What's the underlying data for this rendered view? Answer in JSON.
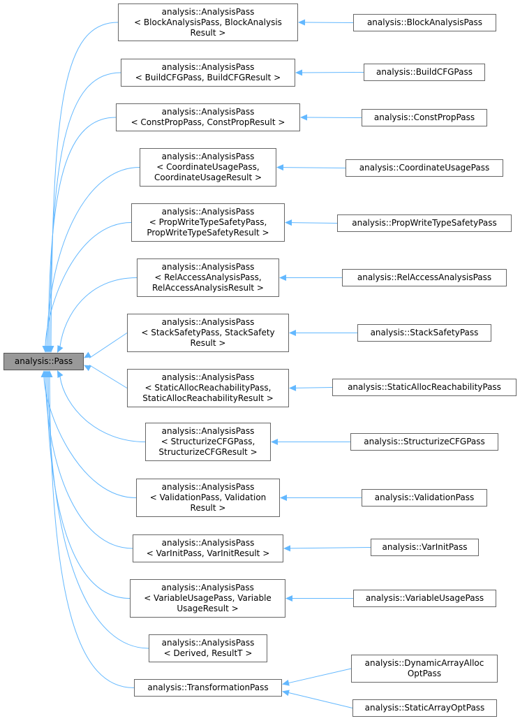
{
  "root": {
    "label": "analysis::Pass"
  },
  "intermediates": [
    {
      "id": "blockanalysis",
      "lines": [
        "analysis::AnalysisPass",
        "< BlockAnalysisPass, BlockAnalysis",
        "Result >"
      ]
    },
    {
      "id": "buildcfg",
      "lines": [
        "analysis::AnalysisPass",
        "< BuildCFGPass, BuildCFGResult >"
      ]
    },
    {
      "id": "constprop",
      "lines": [
        "analysis::AnalysisPass",
        "< ConstPropPass, ConstPropResult >"
      ]
    },
    {
      "id": "coordinateusage",
      "lines": [
        "analysis::AnalysisPass",
        "< CoordinateUsagePass,",
        "CoordinateUsageResult >"
      ]
    },
    {
      "id": "propwritetypesafety",
      "lines": [
        "analysis::AnalysisPass",
        "< PropWriteTypeSafetyPass,",
        "PropWriteTypeSafetyResult >"
      ]
    },
    {
      "id": "relaccessanalysis",
      "lines": [
        "analysis::AnalysisPass",
        "< RelAccessAnalysisPass,",
        "RelAccessAnalysisResult >"
      ]
    },
    {
      "id": "stacksafety",
      "lines": [
        "analysis::AnalysisPass",
        "< StackSafetyPass, StackSafety",
        "Result >"
      ]
    },
    {
      "id": "staticallocreachability",
      "lines": [
        "analysis::AnalysisPass",
        "< StaticAllocReachabilityPass,",
        "StaticAllocReachabilityResult >"
      ]
    },
    {
      "id": "structurizecfg",
      "lines": [
        "analysis::AnalysisPass",
        "< StructurizeCFGPass,",
        "StructurizeCFGResult >"
      ]
    },
    {
      "id": "validation",
      "lines": [
        "analysis::AnalysisPass",
        "< ValidationPass, Validation",
        "Result >"
      ]
    },
    {
      "id": "varinit",
      "lines": [
        "analysis::AnalysisPass",
        "< VarInitPass, VarInitResult >"
      ]
    },
    {
      "id": "variableusage",
      "lines": [
        "analysis::AnalysisPass",
        "< VariableUsagePass, Variable",
        "UsageResult >"
      ]
    },
    {
      "id": "derived",
      "lines": [
        "analysis::AnalysisPass",
        "< Derived, ResultT >"
      ]
    },
    {
      "id": "transformation",
      "lines": [
        "analysis::TransformationPass"
      ]
    }
  ],
  "leaves": [
    {
      "id": "blockanalysis",
      "parent": "blockanalysis",
      "lines": [
        "analysis::BlockAnalysisPass"
      ]
    },
    {
      "id": "buildcfg",
      "parent": "buildcfg",
      "lines": [
        "analysis::BuildCFGPass"
      ]
    },
    {
      "id": "constprop",
      "parent": "constprop",
      "lines": [
        "analysis::ConstPropPass"
      ]
    },
    {
      "id": "coordinateusage",
      "parent": "coordinateusage",
      "lines": [
        "analysis::CoordinateUsagePass"
      ]
    },
    {
      "id": "propwritetypesafety",
      "parent": "propwritetypesafety",
      "lines": [
        "analysis::PropWriteTypeSafetyPass"
      ]
    },
    {
      "id": "relaccessanalysis",
      "parent": "relaccessanalysis",
      "lines": [
        "analysis::RelAccessAnalysisPass"
      ]
    },
    {
      "id": "stacksafety",
      "parent": "stacksafety",
      "lines": [
        "analysis::StackSafetyPass"
      ]
    },
    {
      "id": "staticallocreachability",
      "parent": "staticallocreachability",
      "lines": [
        "analysis::StaticAllocReachabilityPass"
      ]
    },
    {
      "id": "structurizecfg",
      "parent": "structurizecfg",
      "lines": [
        "analysis::StructurizeCFGPass"
      ]
    },
    {
      "id": "validation",
      "parent": "validation",
      "lines": [
        "analysis::ValidationPass"
      ]
    },
    {
      "id": "varinit",
      "parent": "varinit",
      "lines": [
        "analysis::VarInitPass"
      ]
    },
    {
      "id": "variableusage",
      "parent": "variableusage",
      "lines": [
        "analysis::VariableUsagePass"
      ]
    },
    {
      "id": "dynamicarrayallocopt",
      "parent": "transformation",
      "lines": [
        "analysis::DynamicArrayAlloc",
        "OptPass"
      ]
    },
    {
      "id": "staticarrayopt",
      "parent": "transformation",
      "lines": [
        "analysis::StaticArrayOptPass"
      ]
    }
  ],
  "colors": {
    "edge": "#63b8ff",
    "root_fill": "#999999",
    "node_border": "#666666"
  }
}
